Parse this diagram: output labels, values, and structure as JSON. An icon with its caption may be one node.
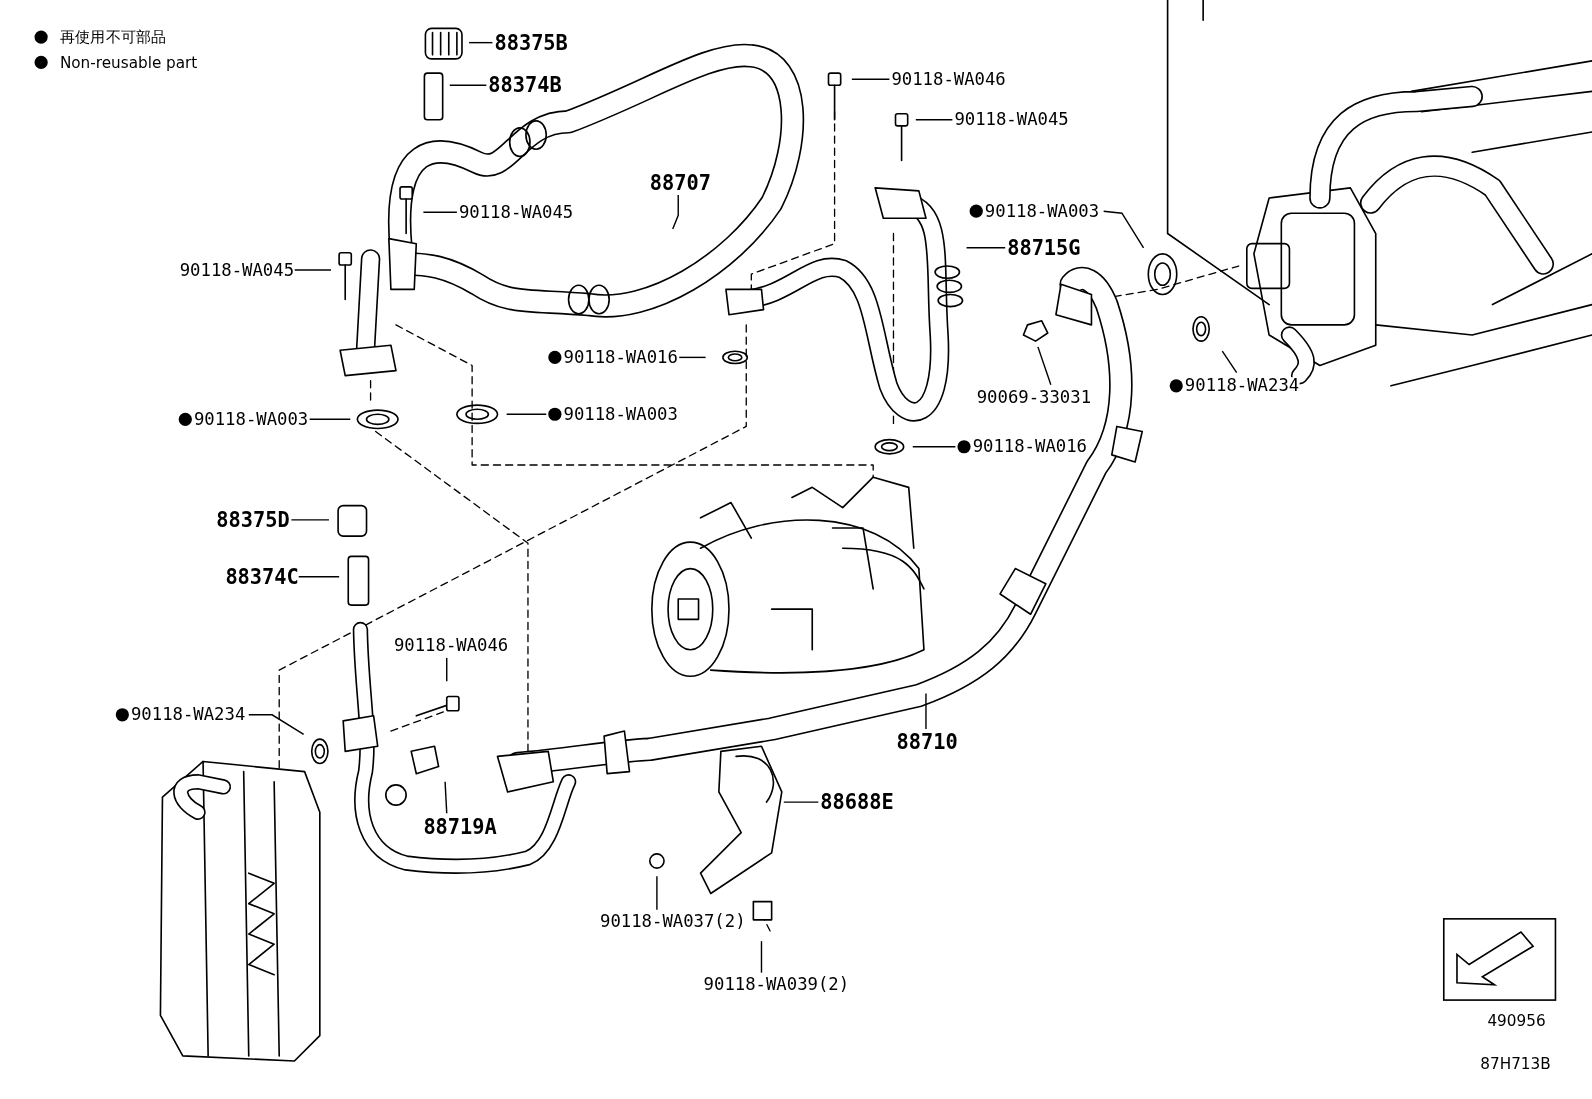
{
  "diagram": {
    "nodes": [
      {
        "text": [
          "88375B"
        ]
      },
      {
        "text": [
          "88374B"
        ]
      },
      {
        "text": [
          "90118-WA046"
        ]
      },
      {
        "text": [
          "90118-WA045"
        ]
      },
      {
        "text": [
          "88707"
        ]
      },
      {
        "text": [
          "90118-WA045"
        ]
      },
      {
        "text": [
          "90118-WA003"
        ]
      },
      {
        "text": [
          "88715G"
        ]
      },
      {
        "text": [
          "90118-WA045"
        ]
      },
      {
        "text": [
          "90118-WA016"
        ]
      },
      {
        "text": [
          "90069-33031"
        ]
      },
      {
        "text": [
          "90118-WA234"
        ]
      },
      {
        "text": [
          "90118-WA003"
        ]
      },
      {
        "text": [
          "90118-WA003"
        ]
      },
      {
        "text": [
          "90118-WA016"
        ]
      },
      {
        "text": [
          "88375D"
        ]
      },
      {
        "text": [
          "88374C"
        ]
      },
      {
        "text": [
          "90118-WA046"
        ]
      },
      {
        "text": [
          "90118-WA234"
        ]
      },
      {
        "text": [
          "88710"
        ]
      },
      {
        "text": [
          "88688E"
        ]
      },
      {
        "text": [
          "88719A"
        ]
      },
      {
        "text": [
          "90118-WA037(2)"
        ]
      },
      {
        "text": [
          "90118-WA039(2)"
        ]
      }
    ],
    "edges": [
      {
        "from": 0,
        "to": null,
        "arrow": "none"
      },
      {
        "from": 1,
        "to": null,
        "arrow": "none"
      },
      {
        "from": 2,
        "to": null,
        "arrow": "none"
      },
      {
        "from": 3,
        "to": null,
        "arrow": "none"
      },
      {
        "from": 4,
        "to": null,
        "arrow": "none"
      },
      {
        "from": 5,
        "to": null,
        "arrow": "none"
      },
      {
        "from": 6,
        "to": null,
        "arrow": "none"
      },
      {
        "from": 7,
        "to": null,
        "arrow": "none"
      },
      {
        "from": 8,
        "to": null,
        "arrow": "none"
      },
      {
        "from": 9,
        "to": null,
        "arrow": "none"
      },
      {
        "from": 10,
        "to": null,
        "arrow": "none"
      },
      {
        "from": 11,
        "to": null,
        "arrow": "none"
      },
      {
        "from": 12,
        "to": null,
        "arrow": "none"
      },
      {
        "from": 13,
        "to": null,
        "arrow": "none"
      },
      {
        "from": 14,
        "to": null,
        "arrow": "none"
      },
      {
        "from": 15,
        "to": null,
        "arrow": "none"
      },
      {
        "from": 16,
        "to": null,
        "arrow": "none"
      },
      {
        "from": 17,
        "to": null,
        "arrow": "none"
      },
      {
        "from": 18,
        "to": null,
        "arrow": "none"
      },
      {
        "from": 19,
        "to": null,
        "arrow": "none"
      },
      {
        "from": 20,
        "to": null,
        "arrow": "none"
      },
      {
        "from": 21,
        "to": null,
        "arrow": "none"
      },
      {
        "from": 22,
        "to": null,
        "arrow": "none"
      },
      {
        "from": 23,
        "to": null,
        "arrow": "none"
      }
    ],
    "labels": [
      "490956",
      "87H713B"
    ],
    "legend": [
      {
        "text": "再使用不可部品"
      },
      {
        "text": "Non-reusable part"
      }
    ]
  }
}
